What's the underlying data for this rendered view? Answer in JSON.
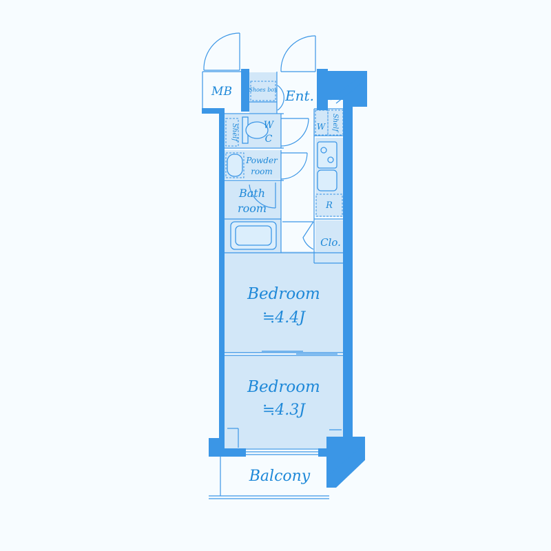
{
  "rooms": {
    "mb": "MB",
    "shoes_box": "Shoes box",
    "entrance": "Ent.",
    "wc_w": "W",
    "wc_c": "C",
    "wc_shelf": "Shelf",
    "powder_line1": "Powder",
    "powder_line2": "room",
    "bath_line1": "Bath",
    "bath_line2": "room",
    "kitchen_w": "W",
    "kitchen_shelf": "Shelf",
    "refrigerator": "R",
    "closet": "Clo.",
    "bedroom1_label": "Bedroom",
    "bedroom1_size": "≒4.4J",
    "bedroom2_label": "Bedroom",
    "bedroom2_size": "≒4.3J",
    "balcony": "Balcony"
  },
  "colors": {
    "wall": "#3b96e6",
    "room_fill": "#d2e7f8",
    "text": "#1e88d8",
    "background": "#f7fcff"
  }
}
